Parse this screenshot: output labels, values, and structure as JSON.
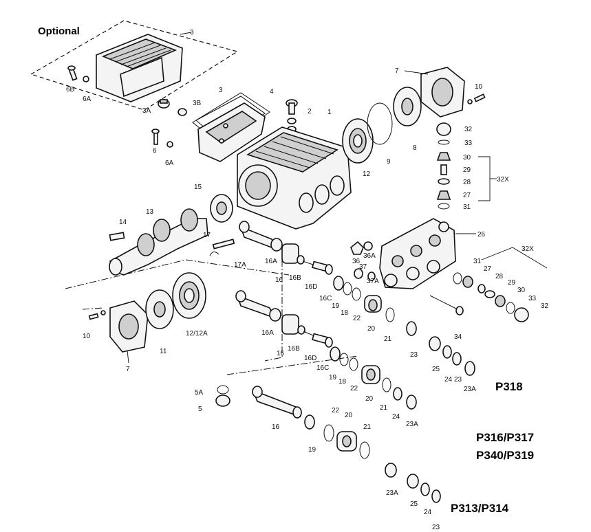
{
  "optional_label": "Optional",
  "models": [
    "P318",
    "P316/P317",
    "P340/P319",
    "P313/P314"
  ],
  "part_labels": {
    "p3_top": "3",
    "p6B": "6B",
    "p6A_top": "6A",
    "p3A": "3A",
    "p3B": "3B",
    "p3_gasket": "3",
    "p4": "4",
    "p6_left": "6",
    "p6A_left": "6A",
    "p2": "2",
    "p1": "1",
    "p12": "12",
    "p9": "9",
    "p8": "8",
    "p7_top": "7",
    "p10_top": "10",
    "p32_top": "32",
    "p33_top": "33",
    "p30_top": "30",
    "p29_top": "29",
    "p28_top": "28",
    "p27_top": "27",
    "p31_top": "31",
    "p32X_top": "32X",
    "p15": "15",
    "p14": "14",
    "p13": "13",
    "p17": "17",
    "p17A": "17A",
    "p16A_1": "16A",
    "p16_1": "16",
    "p16B_1": "16B",
    "p16D_1": "16D",
    "p16C_1": "16C",
    "p19_1": "19",
    "p18_1": "18",
    "p22_1": "22",
    "p20_1": "20",
    "p21_1": "21",
    "p23_1": "23",
    "p26": "26",
    "p36": "36",
    "p36A": "36A",
    "p37": "37",
    "p37A": "37A",
    "p34": "34",
    "p31_r": "31",
    "p27_r": "27",
    "p28_r": "28",
    "p29_r": "29",
    "p30_r": "30",
    "p33_r": "33",
    "p32_r": "32",
    "p32X_r": "32X",
    "p10_b": "10",
    "p7_b": "7",
    "p11": "11",
    "p12_12A": "12/12A",
    "p16A_2": "16A",
    "p16_2": "16",
    "p16B_2": "16B",
    "p16D_2": "16D",
    "p16C_2": "16C",
    "p19_2": "19",
    "p18_2": "18",
    "p22_2": "22",
    "p20_2": "20",
    "p21_2": "21",
    "p24_2": "24",
    "p25_2": "25",
    "p24b_2": "24",
    "p23_2": "23",
    "p23A_2": "23A",
    "p23A_2b": "23A",
    "p5A": "5A",
    "p5": "5",
    "p16_3": "16",
    "p19_3": "19",
    "p22_3": "22",
    "p20_3": "20",
    "p21_3": "21",
    "p23A_3": "23A",
    "p25_3": "25",
    "p24_3": "24",
    "p23_3": "23"
  }
}
